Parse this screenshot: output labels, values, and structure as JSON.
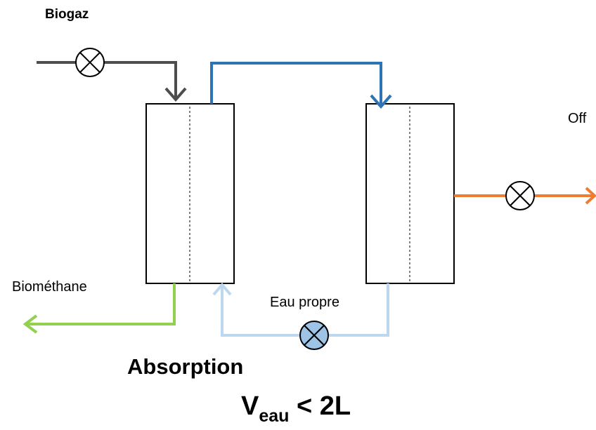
{
  "labels": {
    "biogaz": "Biogaz",
    "offgas": "Off",
    "biomethane": "Biométhane",
    "eau_propre": "Eau propre",
    "title": "Absorption",
    "volume_symbol": "V",
    "volume_subscript": "eau",
    "volume_relation": " < 2L"
  },
  "colors": {
    "biogaz_line": "#4d4d4d",
    "transfer_line": "#2e74b5",
    "offgas_line": "#ed7d31",
    "biomethane_line": "#92d050",
    "water_line": "#bdd7ee",
    "water_valve_fill": "#9dc3e6",
    "valve_fill": "#ffffff"
  },
  "icons": {
    "valves": [
      "valve-icon",
      "valve-icon",
      "valve-icon"
    ]
  }
}
